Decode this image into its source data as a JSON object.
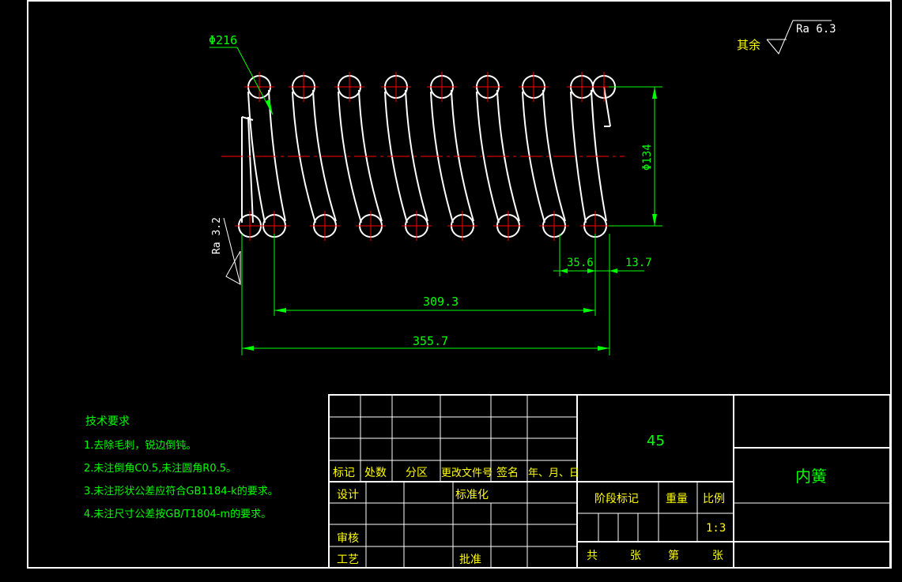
{
  "colors": {
    "background": "#000000",
    "frame": "#ffffff",
    "dimension": "#00ff00",
    "centerline": "#ff0000",
    "text_green": "#00ff00",
    "text_yellow": "#ffff00"
  },
  "dimensions": {
    "wire_diameter": "Φ216",
    "outer_diameter": "Φ134",
    "pitch": "35.6",
    "end_gap": "13.7",
    "active_length": "309.3",
    "total_length": "355.7"
  },
  "surface_finish": {
    "other_label": "其余",
    "other_value": "Ra 6.3",
    "side_value": "Ra 3.2"
  },
  "tech_requirements": {
    "title": "技术要求",
    "items": [
      "1.去除毛刺，锐边倒钝。",
      "2.未注倒角C0.5,未注圆角R0.5。",
      "3.未注形状公差应符合GB1184-k的要求。",
      "4.未注尺寸公差按GB/T1804-m的要求。"
    ]
  },
  "title_block": {
    "material": "45",
    "part_name": "内簧",
    "headers": [
      "标记",
      "处数",
      "分区",
      "更改文件号",
      "签名",
      "年、月、日"
    ],
    "design": "设计",
    "standardize": "标准化",
    "review": "审核",
    "process": "工艺",
    "approve": "批准",
    "stage_mark": "阶段标记",
    "weight": "重量",
    "scale_label": "比例",
    "scale_value": "1:3",
    "sheet_total": "共",
    "sheet_unit1": "张",
    "sheet_no": "第",
    "sheet_unit2": "张"
  }
}
